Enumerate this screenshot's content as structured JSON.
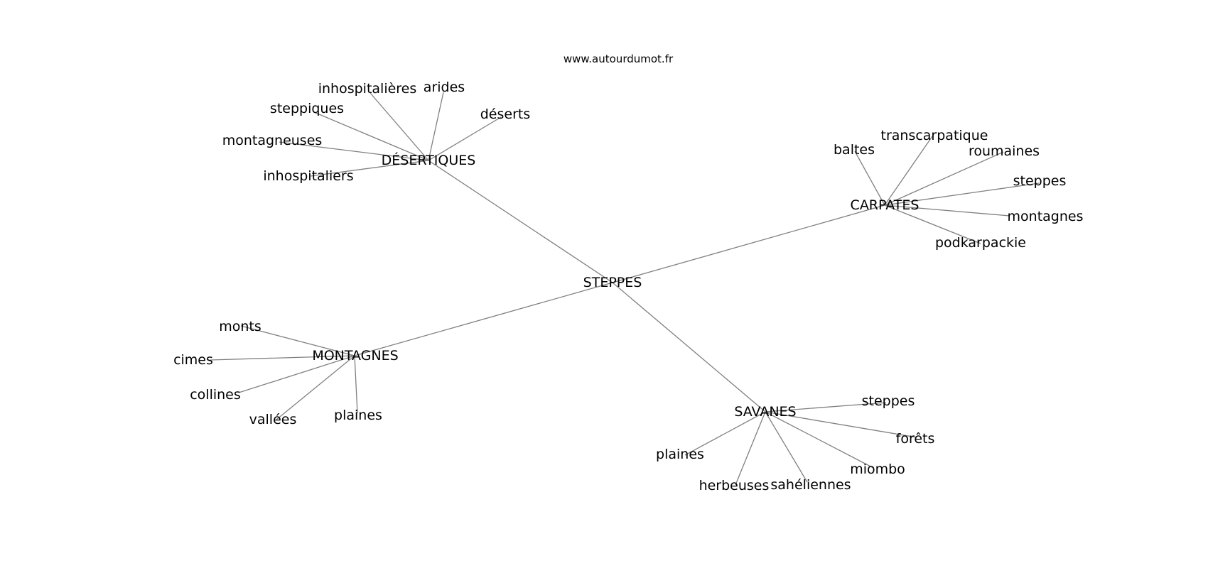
{
  "watermark": "www.autourdumot.fr",
  "colors": {
    "edge": "#808080",
    "text": "#000000",
    "background": "#ffffff"
  },
  "graph": {
    "center": "STEPPES",
    "clusters": [
      {
        "hub": "DÉSERTIQUES",
        "leaves": [
          "inhospitalières",
          "arides",
          "déserts",
          "steppiques",
          "montagneuses",
          "inhospitaliers"
        ]
      },
      {
        "hub": "CARPATES",
        "leaves": [
          "baltes",
          "transcarpatique",
          "roumaines",
          "steppes",
          "montagnes",
          "podkarpackie"
        ]
      },
      {
        "hub": "MONTAGNES",
        "leaves": [
          "monts",
          "cimes",
          "collines",
          "vallées",
          "plaines"
        ]
      },
      {
        "hub": "SAVANES",
        "leaves": [
          "steppes",
          "forêts",
          "miombo",
          "sahéliennes",
          "herbeuses",
          "plaines"
        ]
      }
    ]
  }
}
